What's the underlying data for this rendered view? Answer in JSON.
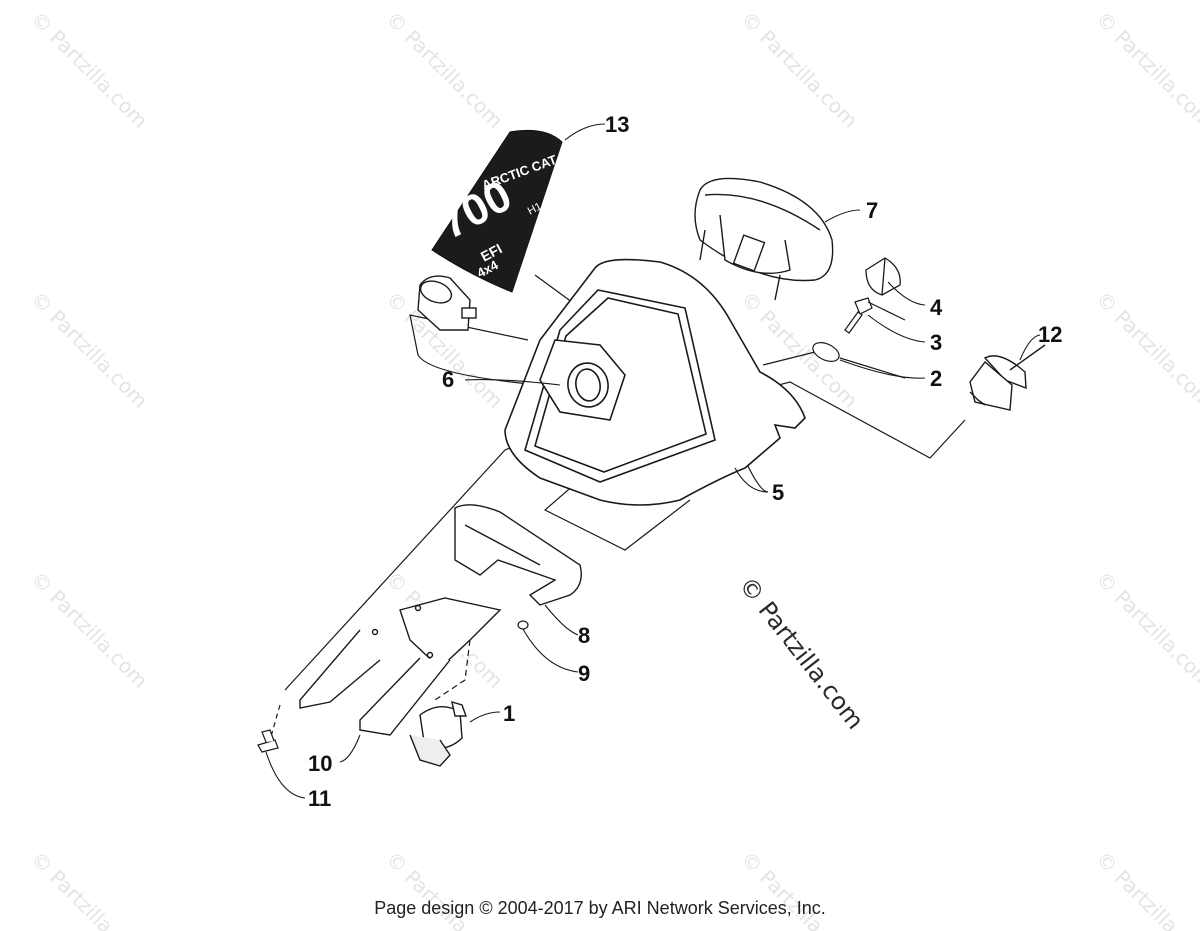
{
  "watermark": {
    "repeat_text": "© Partzilla.com",
    "center_text": "© Partzilla.com"
  },
  "decal": {
    "brand": "ARCTIC CAT",
    "model": "700",
    "suffix": "EFI",
    "drive": "4x4",
    "sup": "H1"
  },
  "callouts": [
    {
      "id": "1",
      "label": "1"
    },
    {
      "id": "2",
      "label": "2"
    },
    {
      "id": "3",
      "label": "3"
    },
    {
      "id": "4",
      "label": "4"
    },
    {
      "id": "5",
      "label": "5"
    },
    {
      "id": "6",
      "label": "6"
    },
    {
      "id": "7",
      "label": "7"
    },
    {
      "id": "8",
      "label": "8"
    },
    {
      "id": "9",
      "label": "9"
    },
    {
      "id": "10",
      "label": "10"
    },
    {
      "id": "11",
      "label": "11"
    },
    {
      "id": "12",
      "label": "12"
    },
    {
      "id": "13",
      "label": "13"
    }
  ],
  "footer": "Page design © 2004-2017 by ARI Network Services, Inc.",
  "colors": {
    "line": "#1a1a1a",
    "decal": "#1b1b1b",
    "watermark": "#e4e4e4"
  }
}
